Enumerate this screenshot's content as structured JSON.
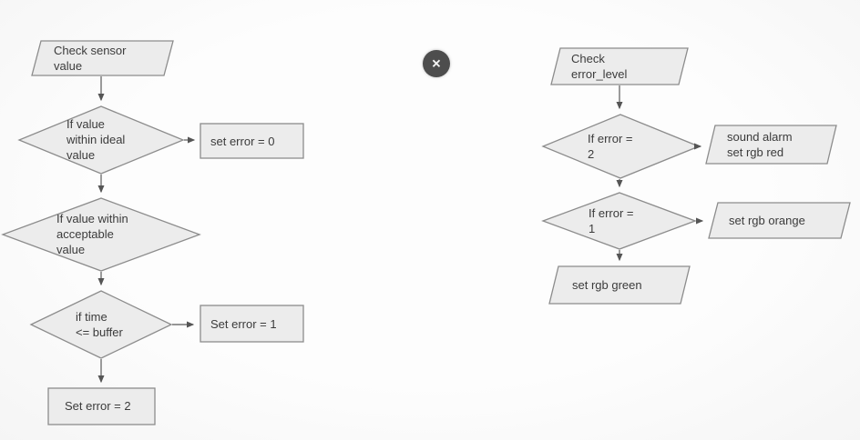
{
  "colors": {
    "background": "#fbfbfb",
    "node_fill": "#ececec",
    "node_stroke": "#8c8c8c",
    "arrow": "#5a5a5a",
    "text": "#3b3b3b",
    "close_button_bg": "#4d4d4d",
    "close_button_glyph": "#f5f5f5"
  },
  "close_button": {
    "symbol": "✕"
  },
  "flowchart_left": {
    "nodes": [
      {
        "id": "check-sensor-value",
        "type": "input",
        "label": "Check sensor\nvalue"
      },
      {
        "id": "if-value-within-ideal",
        "type": "decision",
        "label": "If value\nwithin ideal\nvalue"
      },
      {
        "id": "set-error-0",
        "type": "process",
        "label": "set error = 0"
      },
      {
        "id": "if-value-within-acceptable",
        "type": "decision",
        "label": "If value within\nacceptable\nvalue"
      },
      {
        "id": "if-time-le-buffer",
        "type": "decision",
        "label": "if time\n<= buffer"
      },
      {
        "id": "set-error-1",
        "type": "process",
        "label": "Set error = 1"
      },
      {
        "id": "set-error-2",
        "type": "process",
        "label": "Set error = 2"
      }
    ]
  },
  "flowchart_right": {
    "nodes": [
      {
        "id": "check-error-level",
        "type": "input",
        "label": "Check\nerror_level"
      },
      {
        "id": "if-error-2",
        "type": "decision",
        "label": "If error =\n2"
      },
      {
        "id": "sound-alarm-set-rgb-red",
        "type": "input",
        "label": "sound alarm\nset rgb red"
      },
      {
        "id": "if-error-1",
        "type": "decision",
        "label": "If error =\n1"
      },
      {
        "id": "set-rgb-orange",
        "type": "input",
        "label": "set rgb orange"
      },
      {
        "id": "set-rgb-green",
        "type": "input",
        "label": "set rgb green"
      }
    ]
  }
}
